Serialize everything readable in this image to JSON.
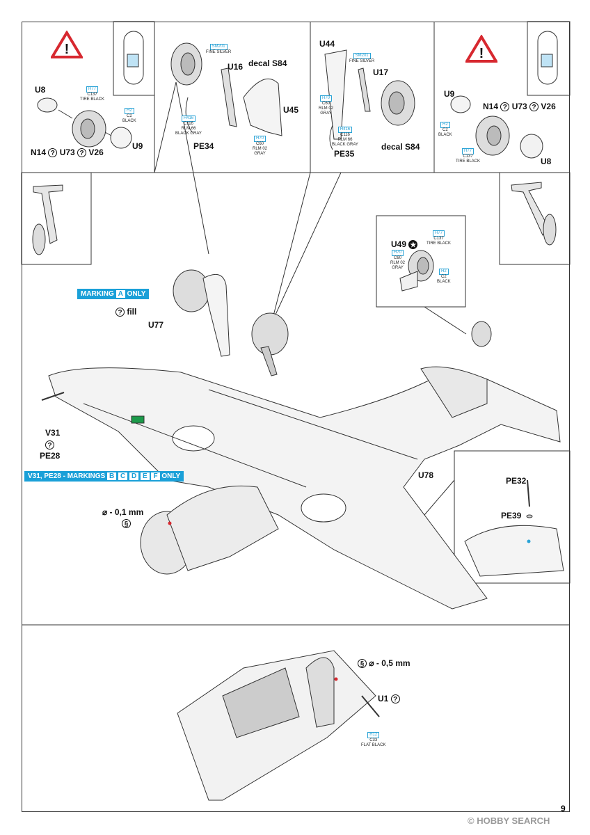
{
  "page_number": "9",
  "watermark": "HOBBY SEARCH",
  "watermark_symbol": "©",
  "colors": {
    "accent": "#1aa0d8",
    "warning_red": "#d7282f",
    "green_marking": "#1b9a4a",
    "line": "#333333"
  },
  "icons": [
    "warning-triangle-icon",
    "question-circle-icon",
    "drill-icon",
    "star-icon"
  ],
  "left_wheel_box": {
    "parts": {
      "u8": "U8",
      "u9": "U9",
      "n14": "N14",
      "u73": "U73",
      "v26": "V26"
    },
    "paints": [
      {
        "code": "H77",
        "lines": [
          "C137",
          "TIRE BLACK"
        ]
      },
      {
        "code": "H2",
        "lines": [
          "C2",
          "BLACK"
        ]
      }
    ]
  },
  "left_leg_box": {
    "parts": {
      "u16": "U16",
      "decal": "decal S84",
      "u45": "U45",
      "pe34": "PE34"
    },
    "paints": [
      {
        "code": "SM201",
        "lines": [
          "FINE SILVER"
        ]
      },
      {
        "code": "H416",
        "lines": [
          "C116",
          "RLM 66",
          "BLACK GRAY"
        ]
      },
      {
        "code": "H70",
        "lines": [
          "C60",
          "RLM 02",
          "GRAY"
        ]
      }
    ]
  },
  "right_leg_box": {
    "parts": {
      "u44": "U44",
      "u17": "U17",
      "pe35": "PE35",
      "decal": "decal S84"
    },
    "paints": [
      {
        "code": "SM201",
        "lines": [
          "FINE SILVER"
        ]
      },
      {
        "code": "H70",
        "lines": [
          "C60",
          "RLM 02",
          "GRAY"
        ]
      },
      {
        "code": "H416",
        "lines": [
          "C116",
          "RLM 66",
          "BLACK GRAY"
        ]
      }
    ]
  },
  "right_wheel_box": {
    "parts": {
      "u9": "U9",
      "n14": "N14",
      "u73": "U73",
      "v26": "V26",
      "u8": "U8"
    },
    "paints": [
      {
        "code": "H2",
        "lines": [
          "C2",
          "BLACK"
        ]
      },
      {
        "code": "H77",
        "lines": [
          "C137",
          "TIRE BLACK"
        ]
      }
    ]
  },
  "tail_wheel_box": {
    "parts": {
      "u49": "U49"
    },
    "paints": [
      {
        "code": "H77",
        "lines": [
          "C137",
          "TIRE BLACK"
        ]
      },
      {
        "code": "H70",
        "lines": [
          "C60",
          "RLM 02",
          "GRAY"
        ]
      },
      {
        "code": "H2",
        "lines": [
          "C2",
          "BLACK"
        ]
      }
    ]
  },
  "main": {
    "marking_a_banner": {
      "pre": "MARKING",
      "letter": "A",
      "post": "ONLY"
    },
    "fill_label": "fill",
    "u77": "U77",
    "v31": "V31",
    "pe28": "PE28",
    "markings_bcdef_banner": {
      "pre": "V31, PE28 - MARKINGS",
      "letters": [
        "B",
        "C",
        "D",
        "E",
        "F"
      ],
      "post": "ONLY"
    },
    "drill_note": "⌀ - 0,1 mm",
    "u78": "U78",
    "pe32": "PE32",
    "pe39": "PE39"
  },
  "cockpit": {
    "drill_note": "⌀ - 0,5 mm",
    "u1": "U1",
    "paints": [
      {
        "code": "H12",
        "lines": [
          "C33",
          "FLAT BLACK"
        ]
      }
    ]
  }
}
